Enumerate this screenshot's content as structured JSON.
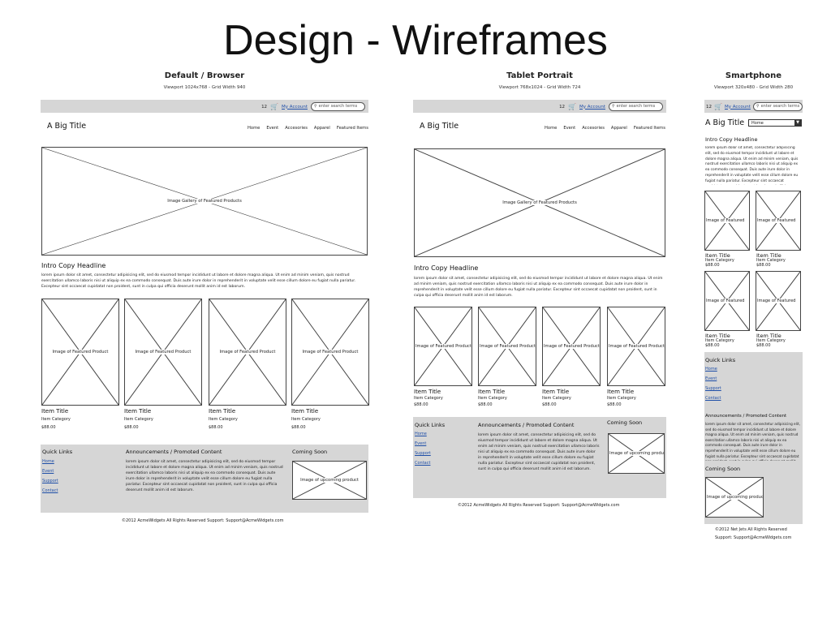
{
  "slide_title": "Design - Wireframes",
  "common": {
    "cart_count": "12",
    "cart_icon": "cart-icon",
    "account_link": "My Account",
    "search_placeholder": "enter search terms",
    "site_title": "A Big Title",
    "nav": [
      "Home",
      "Event",
      "Accesories",
      "Apparel",
      "Featured Items"
    ],
    "gallery_label": "Image Gallery of Featured Products",
    "intro_headline": "Intro Copy Headline",
    "intro_copy": "lorem ipsum dolor sit amet, consectetur adipisicing elit, sed do eiusmod tempor incididunt ut labore et dolore magna aliqua. Ut enim ad minim veniam, quis nostrud exercitation ullamco laboris nisi ut aliquip ex ea commodo consequat. Duis aute irure dolor in reprehenderit in voluptate velit esse cillum dolore eu fugiat nulla pariatur. Excepteur sint occaecat cupidatat non proident, sunt in culpa qui officia deserunt mollit anim id est laborum.",
    "product_label": "Image of Featured Product",
    "item_title": "Item Title",
    "item_category": "Item Category",
    "item_price": "$88.00",
    "quick_links_title": "Quick Links",
    "quick_links": [
      "Home",
      "Event",
      "Support",
      "Contact"
    ],
    "announce_title": "Announcements / Promoted Content",
    "announce_copy": "lorem ipsum dolor sit amet, consectetur adipisicing elit, sed do eiusmod tempor incididunt ut labore et dolore magna aliqua. Ut enim ad minim veniam, quis nostrud exercitation ullamco laboris nisi ut aliquip ex ea commodo consequat. Duis aute irure dolor in reprehenderit in voluptate velit esse cillum dolore eu fugiat nulla pariatur. Excepteur sint occaecat cupidatat non proident, sunt in culpa qui officia deserunt mollit anim id est laborum.",
    "coming_soon_title": "Coming Soon",
    "upcoming_label": "Image of upcoming product",
    "footer_copy": "©2012 AcmeWidgets   All Rights Reserved   Support: Support@AcmeWidgets.com"
  },
  "desktop": {
    "title": "Default / Browser",
    "subtitle": "Viewport 1024x768 - Grid Width 940"
  },
  "tablet": {
    "title": "Tablet Portrait",
    "subtitle": "Viewport 768x1024 - Grid Width 724"
  },
  "phone": {
    "title": "Smartphone",
    "subtitle": "Viewport 320x480 - Grid Width 280",
    "select_value": "Home",
    "product_label": "Image of Featured",
    "footer_line1": "©2012 Net Jets   All Rights Reserved",
    "footer_line2": "Support: Support@AcmeWidgets.com"
  }
}
